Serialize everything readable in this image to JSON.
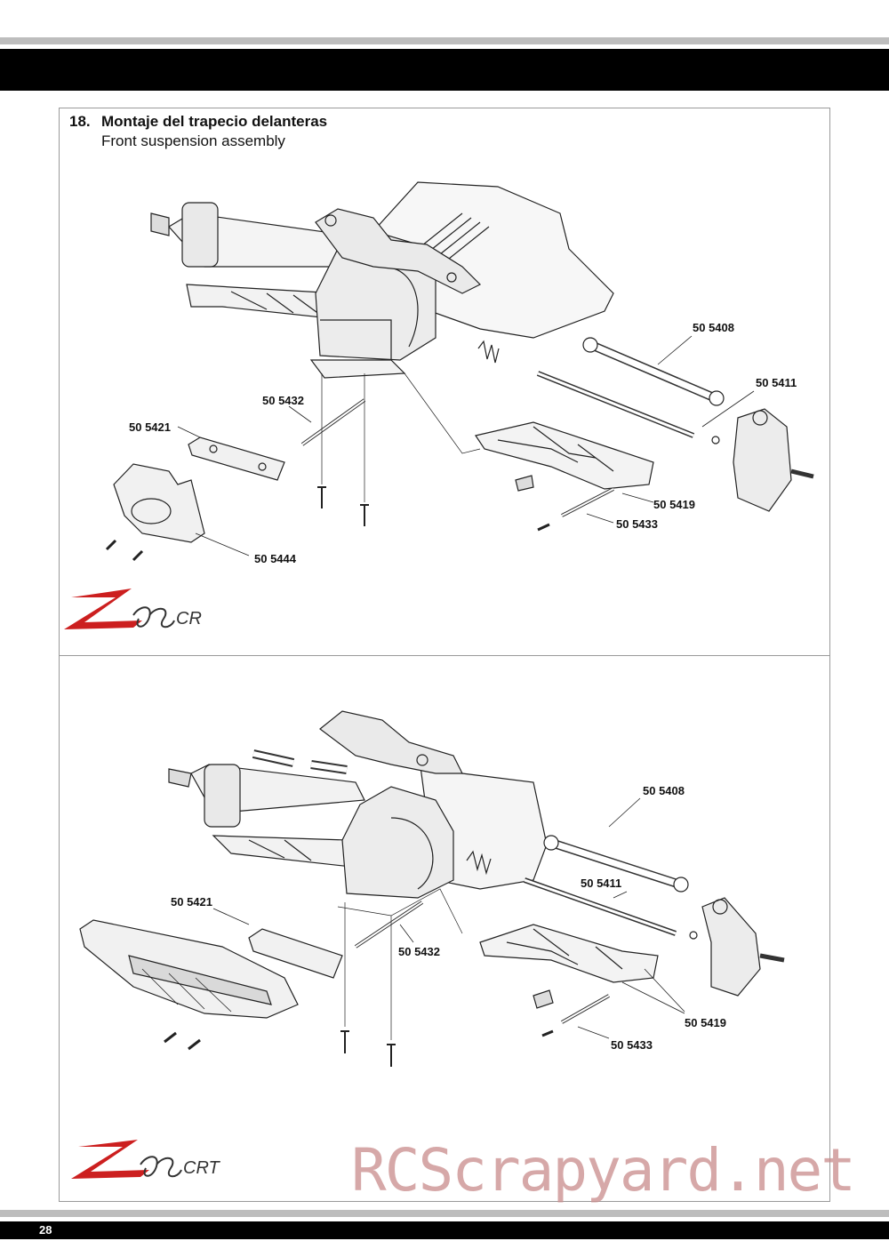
{
  "step": {
    "number": "18.",
    "title_es": "Montaje del trapecio delanteras",
    "title_en": "Front suspension assembly"
  },
  "panel_top": {
    "logo_text": "CR",
    "labels": {
      "p5408": "50 5408",
      "p5411": "50 5411",
      "p5432": "50 5432",
      "p5421": "50 5421",
      "p5419": "50 5419",
      "p5433": "50 5433",
      "p5444": "50 5444"
    }
  },
  "panel_bottom": {
    "logo_text": "CRT",
    "labels": {
      "p5408": "50 5408",
      "p5411": "50 5411",
      "p5421": "50 5421",
      "p5432": "50 5432",
      "p5419": "50 5419",
      "p5433": "50 5433"
    }
  },
  "watermark": "RCScrapyard.net",
  "page_number": "28",
  "colors": {
    "logo_red": "#cc1f1f",
    "watermark": "#c98c8c",
    "bar": "#000000",
    "rule": "#bdbdbd"
  }
}
